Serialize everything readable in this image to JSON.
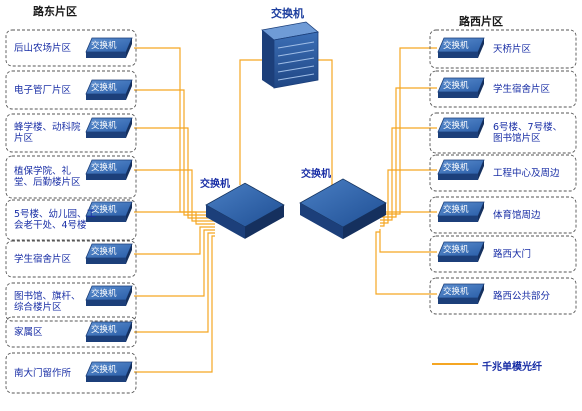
{
  "titles": {
    "east": "路东片区",
    "west": "路西片区",
    "core": "交换机",
    "hub_left": "交换机",
    "hub_right": "交换机"
  },
  "switch_label": "交换机",
  "east_zones": [
    "后山农场片区",
    "电子管厂片区",
    "蜂学楼、动科院\n片区",
    "植保学院、礼\n堂、后勤楼片区",
    "5号楼、幼儿园、工\n会老干处、4号楼",
    "学生宿舍片区",
    "图书馆、旗杆、\n综合楼片区",
    "家属区",
    "南大门留作所"
  ],
  "west_zones": [
    "天桥片区",
    "学生宿舍片区",
    "6号楼、7号楼、\n图书馆片区",
    "工程中心及周边",
    "体育馆周边",
    "路西大门",
    "路西公共部分"
  ],
  "legend": {
    "label": "千兆单模光纤",
    "color": "#f5a623"
  },
  "colors": {
    "fiber": "#f5a623",
    "switch_face": "#2f6bb3",
    "switch_dark": "#1c3f7a",
    "zone_border": "#555555",
    "zone_text": "#1a2fa6"
  },
  "icons": {
    "core": "server-rack-icon",
    "hub": "core-switch-icon",
    "access": "access-switch-icon"
  }
}
